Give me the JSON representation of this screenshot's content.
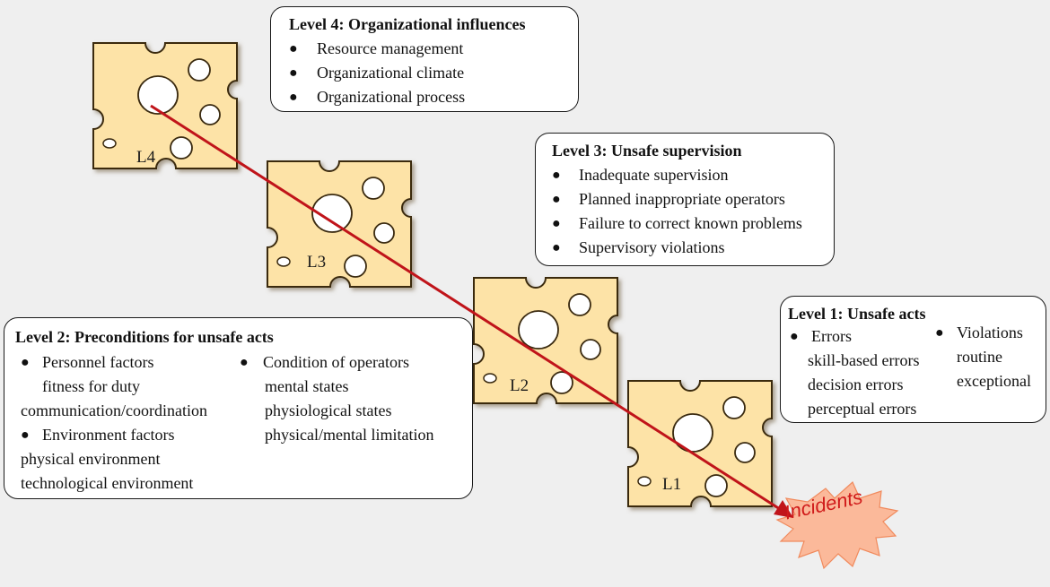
{
  "level4": {
    "title": "Level 4:  Organizational influences",
    "items": [
      "Resource management",
      "Organizational climate",
      "Organizational process"
    ]
  },
  "level3": {
    "title": "Level 3:  Unsafe supervision",
    "items": [
      "Inadequate supervision",
      "Planned inappropriate operators",
      "Failure to correct known problems",
      "Supervisory violations"
    ]
  },
  "level2": {
    "title": "Level 2:  Preconditions for unsafe acts",
    "left": [
      {
        "head": "Personnel factors",
        "subs": [
          "fitness for duty",
          "communication/coordination"
        ]
      },
      {
        "head": "Environment factors",
        "subs": [
          "physical environment",
          "technological environment"
        ]
      }
    ],
    "right": {
      "head": "Condition of operators",
      "subs": [
        "mental states",
        "physiological states",
        "physical/mental limitation"
      ]
    }
  },
  "level1": {
    "title": "Level 1:  Unsafe acts",
    "errors": {
      "head": "Errors",
      "subs": [
        "skill-based errors",
        "decision errors",
        "perceptual errors"
      ]
    },
    "violations": {
      "head": "Violations",
      "subs": [
        "routine",
        "exceptional"
      ]
    }
  },
  "slices": [
    "L4",
    "L3",
    "L2",
    "L1"
  ],
  "outcome": "Incidents",
  "colors": {
    "cheese": "#fde3a7",
    "cheese_edge": "#3a2a10",
    "arrow": "#c0141a",
    "burst": "#fbb99a"
  }
}
